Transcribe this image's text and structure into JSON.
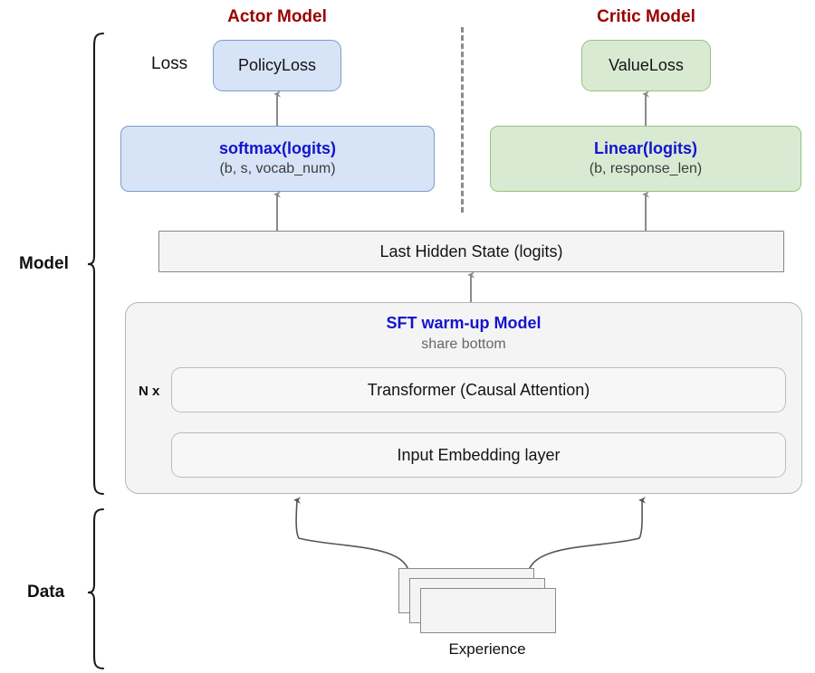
{
  "diagram": {
    "title_actor": "Actor Model",
    "title_critic": "Critic Model",
    "row_label_loss": "Loss",
    "bracket_model": "Model",
    "bracket_data": "Data"
  },
  "actor": {
    "loss_box": "PolicyLoss",
    "head_main": "softmax(logits)",
    "head_shape": "(b, s, vocab_num)"
  },
  "critic": {
    "loss_box": "ValueLoss",
    "head_main": "Linear(logits)",
    "head_shape": "(b, response_len)"
  },
  "shared": {
    "hidden_state": "Last Hidden State  (logits)",
    "backbone_title": "SFT warm-up Model",
    "backbone_subtitle": "share bottom",
    "repeat_label": "N x",
    "transformer": "Transformer  (Causal Attention)",
    "embedding": "Input Embedding layer"
  },
  "data": {
    "experience_caption": "Experience"
  },
  "colors": {
    "actor_fill": "#d7e4f7",
    "actor_stroke": "#7a9cc6",
    "critic_fill": "#d9ead3",
    "critic_stroke": "#93c47d",
    "grey_fill": "#f4f4f4",
    "grey_stroke": "#868686",
    "title_red": "#990000",
    "emphasis_blue": "#1414cc",
    "arrow_grey": "#8a8a8a",
    "connector_grey": "#555555"
  }
}
